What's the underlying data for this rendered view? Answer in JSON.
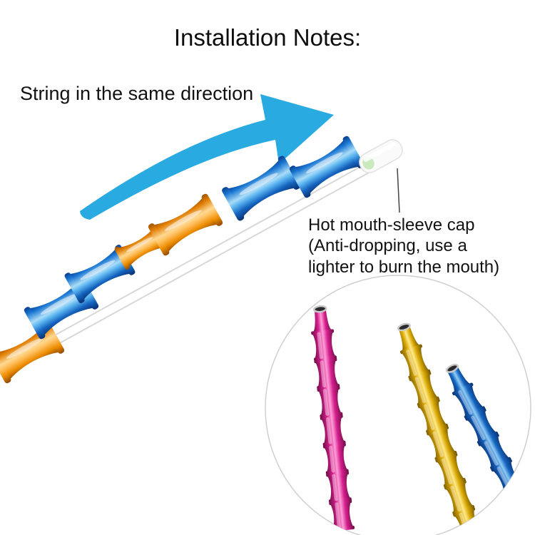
{
  "page": {
    "title": "Installation Notes:"
  },
  "notes": {
    "direction": "String in the same direction",
    "cap": {
      "line1": "Hot mouth-sleeve cap",
      "line2": "(Anti-dropping, use a",
      "line3": "lighter to burn the mouth)"
    }
  },
  "illustration": {
    "arrow_icon": "curved-direction-arrow",
    "main_chain": {
      "bead_colors_bottom_to_top": [
        "orange",
        "blue",
        "blue",
        "orange",
        "orange",
        "blue",
        "blue"
      ],
      "string_color": "white",
      "tip": "white heat-shrink cap"
    },
    "inset": {
      "shape": "circle",
      "strand_colors_left_to_right": [
        "pink",
        "yellow",
        "blue"
      ]
    }
  },
  "colors": {
    "arrow": "#29abe2",
    "bead_orange": "#f59300",
    "bead_blue": "#1e88e5",
    "strand_pink": "#d61f8d",
    "strand_yellow": "#d9a800",
    "strand_blue": "#1565c0",
    "background": "#ffffff"
  }
}
